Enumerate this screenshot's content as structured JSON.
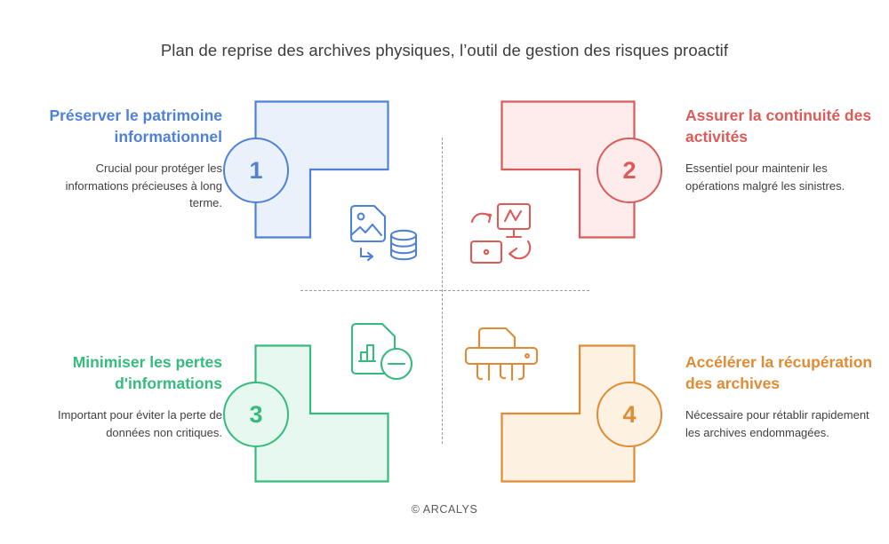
{
  "page": {
    "title": "Plan de reprise des archives physiques, l’outil de gestion des risques proactif",
    "footer": "© ARCALYS",
    "background": "#ffffff",
    "divider_color": "#9a9a9a"
  },
  "colors": {
    "blue": "#4f81d8",
    "blue_fill": "#eaf1fb",
    "red": "#da5b57",
    "red_fill": "#fdeceb",
    "green": "#35bb7d",
    "green_fill": "#e6f8ef",
    "orange": "#e08b33",
    "orange_fill": "#fdf1e2",
    "title_text": "#3d3d3d",
    "body_text": "#404040",
    "footer_text": "#57585a"
  },
  "quadrants": [
    {
      "id": "quadrant-1",
      "number": "1",
      "heading": "Préserver le patrimoine informationnel",
      "body": "Crucial pour protéger les informations précieuses à long terme.",
      "color": "#4f81d8",
      "fill": "#eaf1fb",
      "icon": "image-to-database-icon",
      "position": "top-left"
    },
    {
      "id": "quadrant-2",
      "number": "2",
      "heading": "Assurer la continuité des activités",
      "body": "Essentiel pour maintenir les opérations malgré les sinistres.",
      "color": "#da5b57",
      "fill": "#fdeceb",
      "icon": "monitor-sync-icon",
      "position": "top-right"
    },
    {
      "id": "quadrant-3",
      "number": "3",
      "heading": "Minimiser les pertes d'informations",
      "body": "Important pour éviter la perte de données non critiques.",
      "color": "#35bb7d",
      "fill": "#e6f8ef",
      "icon": "document-chart-remove-icon",
      "position": "bottom-left"
    },
    {
      "id": "quadrant-4",
      "number": "4",
      "heading": "Accélérer la récupération des archives",
      "body": "Nécessaire pour rétablir rapidement les archives endommagées.",
      "color": "#e08b33",
      "fill": "#fdf1e2",
      "icon": "paper-shredder-icon",
      "position": "bottom-right"
    }
  ]
}
